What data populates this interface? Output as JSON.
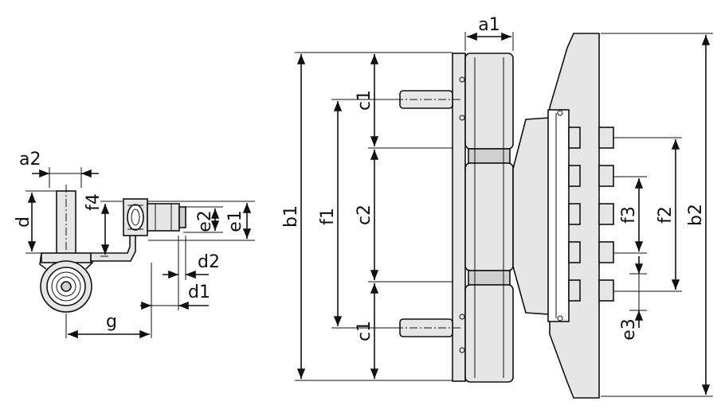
{
  "labels": {
    "a1": "a1",
    "a2": "a2",
    "b1": "b1",
    "b2": "b2",
    "c1_top": "c1",
    "c1_bottom": "c1",
    "c2": "c2",
    "d": "d",
    "d1": "d1",
    "d2": "d2",
    "e1": "e1",
    "e2": "e2",
    "e3": "e3",
    "f1": "f1",
    "f2": "f2",
    "f3": "f3",
    "f4": "f4",
    "g": "g"
  },
  "colors": {
    "line": "#111111",
    "part_fill": "#e6e6e6",
    "background": "#ffffff"
  }
}
